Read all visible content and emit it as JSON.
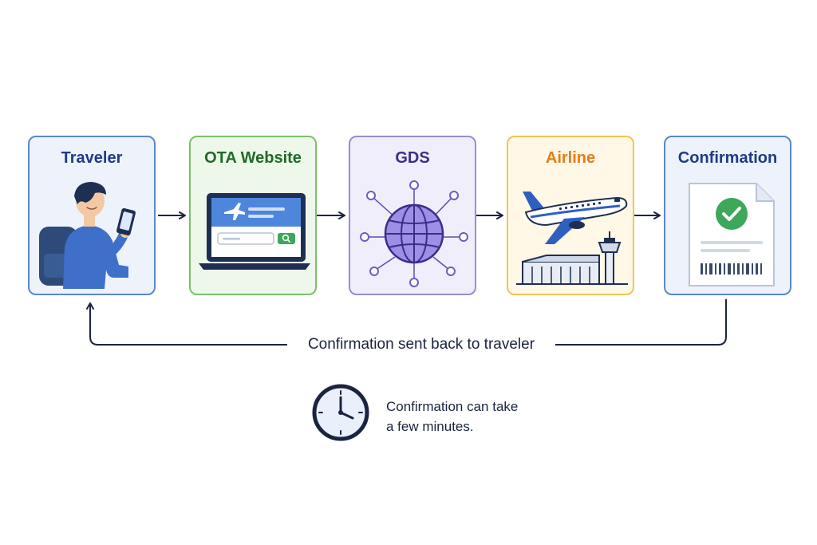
{
  "steps": [
    {
      "title": "Traveler",
      "illustration": "traveler-with-phone-icon",
      "accent": "#5a86cf"
    },
    {
      "title": "OTA Website",
      "illustration": "laptop-booking-site-icon",
      "accent": "#7cc06a"
    },
    {
      "title": "GDS",
      "illustration": "globe-network-icon",
      "accent": "#9a8ad6"
    },
    {
      "title": "Airline",
      "illustration": "airplane-airport-icon",
      "accent": "#f0c457"
    },
    {
      "title": "Confirmation",
      "illustration": "confirmation-document-check-icon",
      "accent": "#5a86cf"
    }
  ],
  "return_flow": {
    "label": "Confirmation sent back to traveler"
  },
  "note": {
    "line1": "Confirmation can take",
    "line2": "a few minutes.",
    "icon": "clock-icon"
  },
  "colors": {
    "arrow": "#1a2440",
    "text_dark": "#1a2440"
  }
}
